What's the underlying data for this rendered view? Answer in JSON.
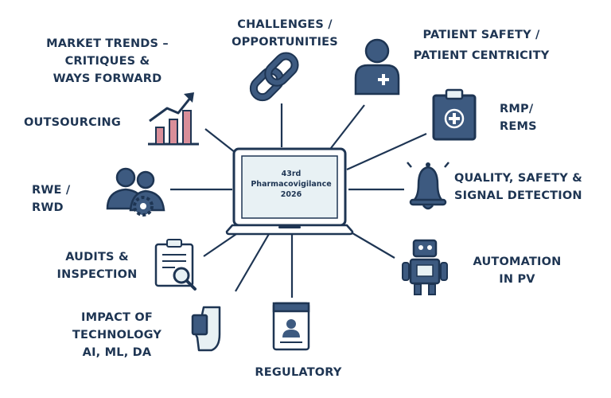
{
  "center": {
    "lines": [
      "43rd",
      "Pharmacovigilance",
      "2026"
    ]
  },
  "topics": {
    "challenges": [
      "CHALLENGES /",
      "OPPORTUNITIES"
    ],
    "patient_safety": [
      "PATIENT SAFETY /",
      "PATIENT CENTRICITY"
    ],
    "market_trends": [
      "MARKET TRENDS –",
      "CRITIQUES &",
      "WAYS FORWARD"
    ],
    "rmp": [
      "RMP/",
      "REMS"
    ],
    "outsourcing": [
      "OUTSOURCING"
    ],
    "quality": [
      "QUALITY, SAFETY &",
      "SIGNAL DETECTION"
    ],
    "rwe": [
      "RWE /",
      "RWD"
    ],
    "automation": [
      "AUTOMATION",
      "IN PV"
    ],
    "audits": [
      "AUDITS &",
      "INSPECTION"
    ],
    "impact": [
      "IMPACT OF",
      "TECHNOLOGY",
      "AI, ML, DA"
    ],
    "regulatory": [
      "REGULATORY"
    ]
  },
  "icons": {
    "challenges": "chain-link-icon",
    "patient_safety": "nurse-icon",
    "market_trends": "rising-bar-chart-icon",
    "rmp": "medical-clipboard-icon",
    "quality": "alarm-bell-icon",
    "rwe": "users-gear-icon",
    "automation": "robot-icon",
    "audits": "audit-clipboard-icon",
    "impact": "hand-phone-icon",
    "regulatory": "id-badge-icon",
    "center": "laptop-icon"
  },
  "colors": {
    "navy": "#1e3553",
    "icon_blue": "#3d5a80",
    "accent_pink": "#d98e99",
    "screen": "#e8f1f4"
  }
}
